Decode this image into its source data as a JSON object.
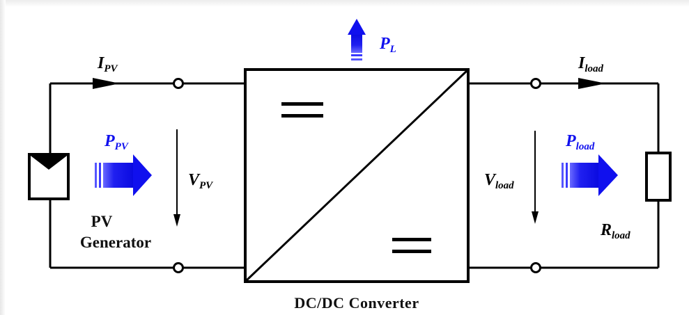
{
  "labels": {
    "i_pv": {
      "main": "I",
      "sub": "PV"
    },
    "p_l": {
      "main": "P",
      "sub": "L"
    },
    "i_load": {
      "main": "I",
      "sub": "load"
    },
    "p_pv": {
      "main": "P",
      "sub": "PV"
    },
    "v_pv": {
      "main": "V",
      "sub": "PV"
    },
    "v_load": {
      "main": "V",
      "sub": "load"
    },
    "p_load": {
      "main": "P",
      "sub": "load"
    },
    "r_load": {
      "main": "R",
      "sub": "load"
    },
    "pv_generator": {
      "line1": "PV",
      "line2": "Generator"
    },
    "converter": "DC/DC Converter"
  },
  "colors": {
    "wire": "#000000",
    "power_arrow": "#1010ee",
    "power_label": "#1010ee"
  }
}
